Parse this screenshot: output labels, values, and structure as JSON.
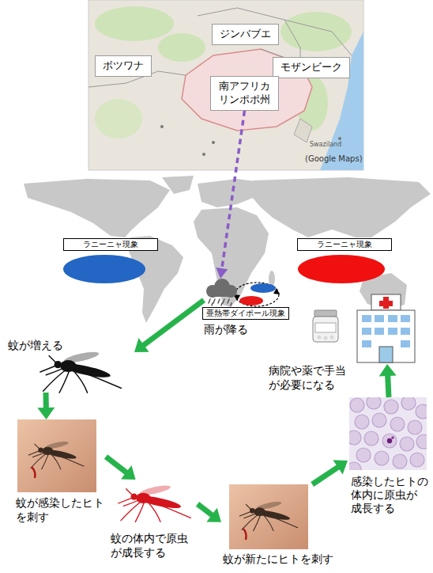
{
  "diagram": {
    "nodes": [
      {
        "text": [
          "ジンバブエ"
        ]
      },
      {
        "text": [
          "ボツワナ"
        ]
      },
      {
        "text": [
          "モザンビーク"
        ]
      },
      {
        "text": [
          "南アフリカ リンポポ州"
        ]
      },
      {
        "text": [
          "ラニーニャ現象"
        ]
      },
      {
        "text": [
          "ラニーニャ現象"
        ]
      },
      {
        "text": [
          "亜熱帯ダイポール現象"
        ]
      },
      {
        "text": [
          "雨が降る"
        ]
      },
      {
        "text": [
          "蚊が増える"
        ]
      },
      {
        "text": [
          "蚊が感染したヒト を刺す"
        ]
      },
      {
        "text": [
          "蚊の体内で原虫 が成長する"
        ]
      },
      {
        "text": [
          "蚊が新たにヒトを刺す"
        ]
      },
      {
        "text": [
          "感染したヒトの 体内に原虫が 成長する"
        ]
      },
      {
        "text": [
          "病院や薬で手当 が必要になる"
        ]
      }
    ],
    "edges": [
      {
        "from": 3,
        "to": 7,
        "arrow": "to"
      },
      {
        "from": 7,
        "to": 8,
        "arrow": "to"
      },
      {
        "from": 8,
        "to": 9,
        "arrow": "to"
      },
      {
        "from": 9,
        "to": 10,
        "arrow": "to"
      },
      {
        "from": 10,
        "to": 11,
        "arrow": "to"
      },
      {
        "from": 11,
        "to": 12,
        "arrow": "to"
      },
      {
        "from": 12,
        "to": 13,
        "arrow": "to"
      }
    ],
    "labels": [
      "Swaziland",
      "(Google Maps)"
    ]
  }
}
